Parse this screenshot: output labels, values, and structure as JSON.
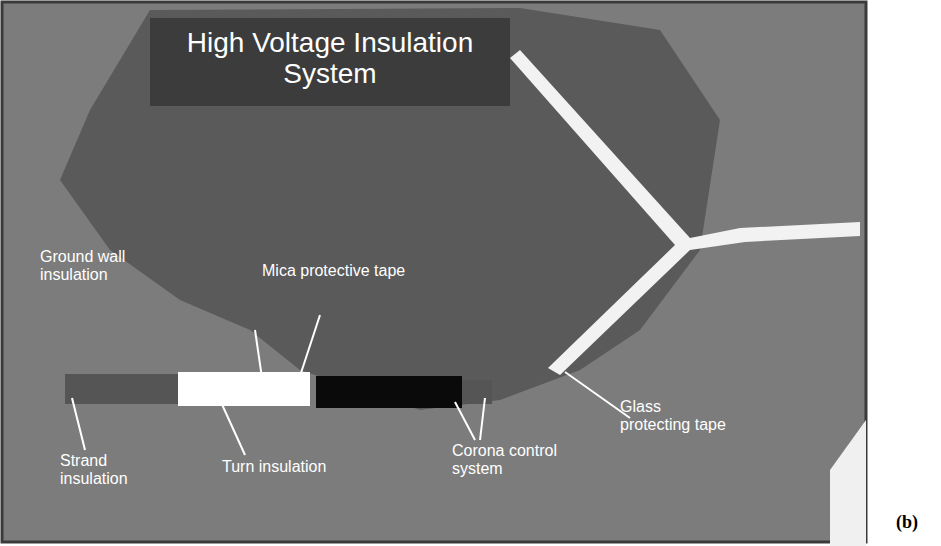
{
  "diagram": {
    "title": "High Voltage Insulation System",
    "caption": "(b)",
    "labels": [
      "Ground wall insulation",
      "Mica protective tape",
      "Strand insulation",
      "Turn insulation",
      "Corona control system",
      "Glass protecting tape"
    ]
  }
}
